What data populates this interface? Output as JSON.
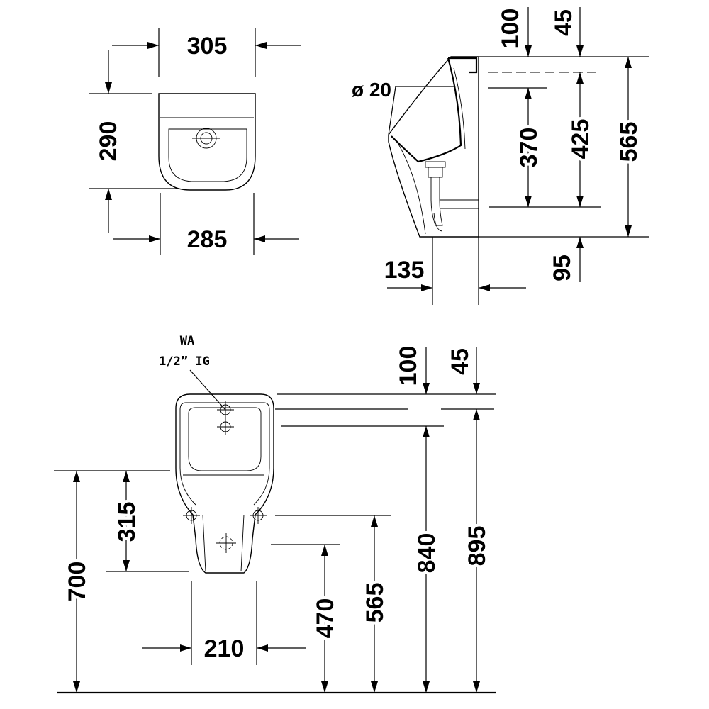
{
  "top_view": {
    "width_top": "305",
    "depth": "290",
    "width_bottom": "285"
  },
  "side_view": {
    "pipe_diameter": "ø 20",
    "top_offset_a": "100",
    "top_offset_b": "45",
    "height_370": "370",
    "height_425": "425",
    "height_565": "565",
    "projection": "135",
    "bottom_offset": "95"
  },
  "front_view": {
    "inlet_line1": "WA",
    "inlet_line2": "1/2” IG",
    "top_offset_a": "100",
    "top_offset_b": "45",
    "span_315": "315",
    "height_700": "700",
    "height_470": "470",
    "height_565": "565",
    "height_840": "840",
    "height_895": "895",
    "bottom_width": "210"
  }
}
